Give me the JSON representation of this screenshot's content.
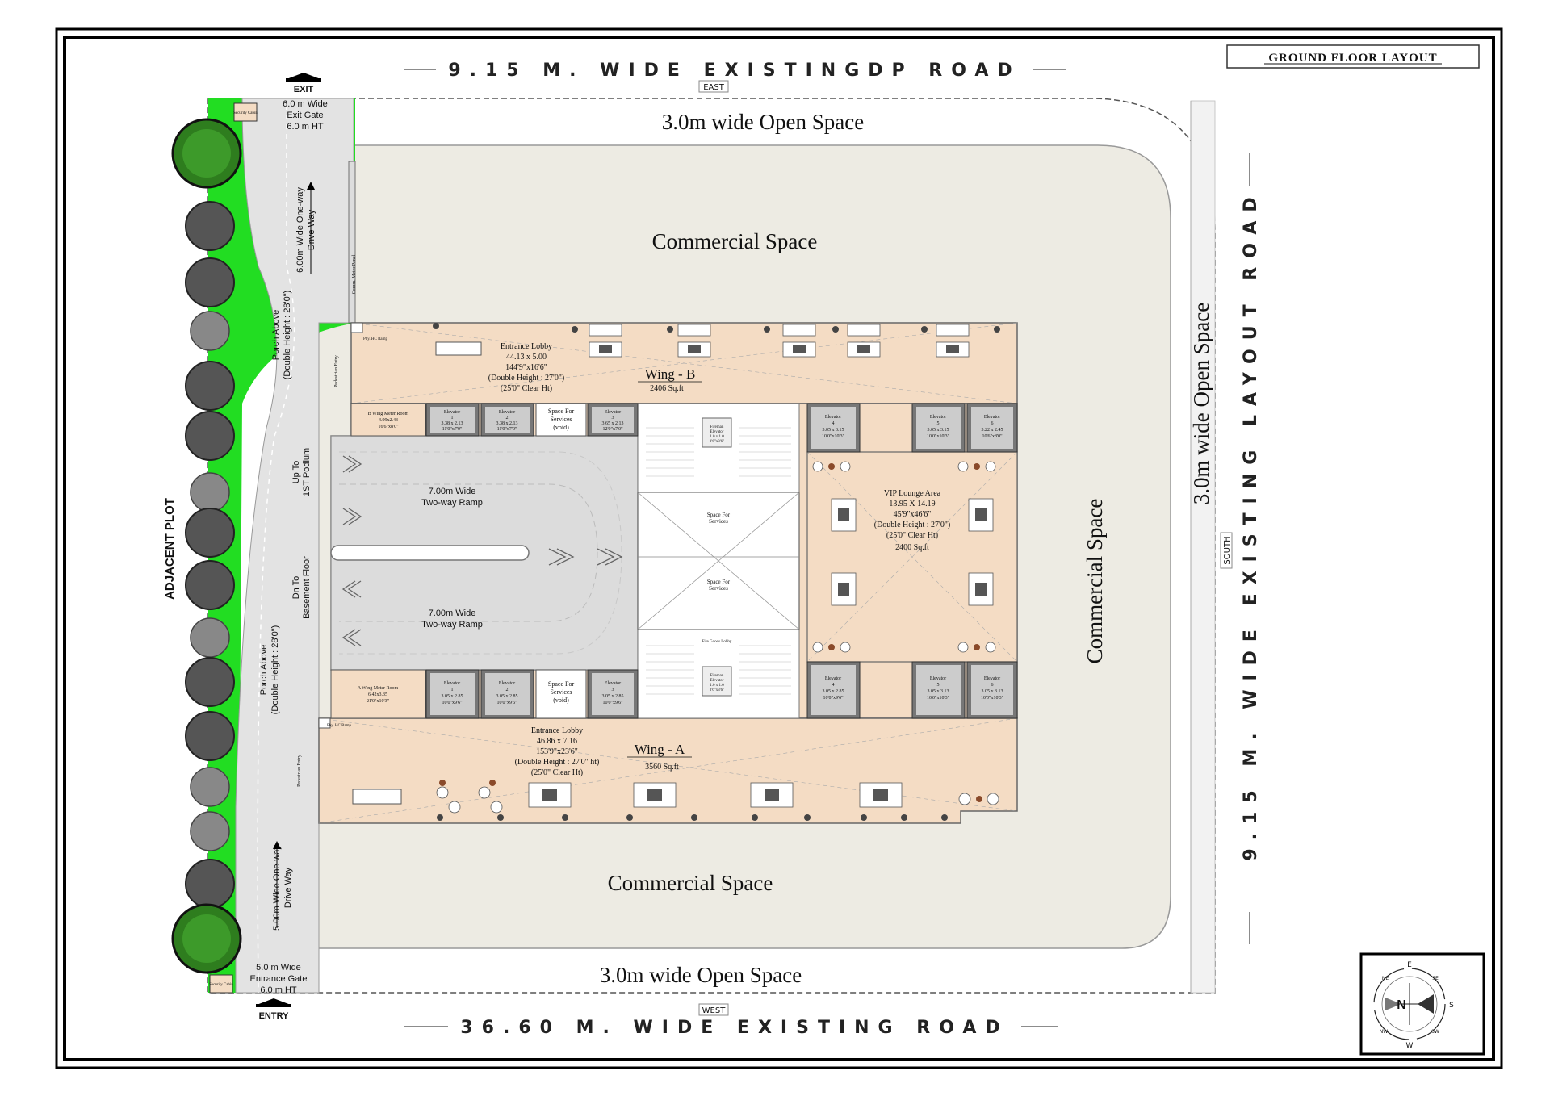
{
  "title": "GROUND FLOOR LAYOUT",
  "roads": {
    "top": "9.15 M. WIDE EXISTINGDP ROAD",
    "bottom": "36.60 M. WIDE EXISTING ROAD",
    "right": "9.15 M. WIDE EXISTING LAYOUT ROAD"
  },
  "directions": {
    "top": "EAST",
    "bottom": "WEST",
    "right": "SOUTH"
  },
  "open_spaces": {
    "top": "3.0m wide Open Space",
    "bottom": "3.0m wide Open Space",
    "right": "3.0m wide Open Space"
  },
  "commercial": {
    "top": "Commercial Space",
    "bottom": "Commercial Space",
    "right": "Commercial Space"
  },
  "adjacent": "ADJACENT PLOT",
  "exit": {
    "label": "EXIT",
    "l1": "6.0 m Wide",
    "l2": "Exit Gate",
    "l3": "6.0 m HT"
  },
  "entry": {
    "label": "ENTRY",
    "l1": "5.0 m Wide",
    "l2": "Entrance Gate",
    "l3": "6.0 m HT"
  },
  "driveway_top": {
    "l1": "6.00m Wide One-way",
    "l2": "Drive Way"
  },
  "driveway_bottom": {
    "l1": "5.00m Wide One-way",
    "l2": "Drive Way"
  },
  "porch_top": {
    "l1": "Porch Above",
    "l2": "(Double Height : 28'0\")"
  },
  "porch_bottom": {
    "l1": "Porch Above",
    "l2": "(Double Height : 28'0\")"
  },
  "podium_up": {
    "l1": "Up To",
    "l2": "1ST Podium"
  },
  "basement_down": {
    "l1": "Dn To",
    "l2": "Basement Floor"
  },
  "ramp_top": {
    "l1": "7.00m Wide",
    "l2": "Two-way Ramp"
  },
  "ramp_bottom": {
    "l1": "7.00m Wide",
    "l2": "Two-way Ramp"
  },
  "wing_b": {
    "name": "Wing - B",
    "area": "2406 Sq.ft"
  },
  "wing_a": {
    "name": "Wing - A",
    "area": "3560 Sq.ft"
  },
  "lobby_b": {
    "l1": "Entrance Lobby",
    "l2": "44.13 x 5.00",
    "l3": "144'9\"x16'6\"",
    "l4": "(Double Height : 27'0\")",
    "l5": "(25'0\" Clear Ht)"
  },
  "lobby_a": {
    "l1": "Entrance Lobby",
    "l2": "46.86 x 7.16",
    "l3": "153'9\"x23'6\"",
    "l4": "(Double Height : 27'0\" ht)",
    "l5": "(25'0\" Clear Ht)"
  },
  "vip": {
    "l1": "VIP Lounge Area",
    "l2": "13.95 X 14.19",
    "l3": "45'9\"x46'6\"",
    "l4": "(Double Height : 27'0\")",
    "l5": "(25'0\" Clear Ht)",
    "l6": "2400 Sq.ft"
  },
  "meter_b": {
    "l1": "B Wing Meter Room",
    "l2": "4.99x2.43",
    "l3": "16'6\"x8'0\""
  },
  "meter_a": {
    "l1": "A Wing Meter Room",
    "l2": "6.42x3.35",
    "l3": "21'0\"x10'3\""
  },
  "services_void": {
    "l1": "Space For",
    "l2": "Services",
    "l3": "(void)"
  },
  "services": {
    "l1": "Space For",
    "l2": "Services"
  },
  "elevators_b": [
    {
      "name": "Elevator",
      "num": "1",
      "dim": "3.38 x 2.13",
      "ft": "11'0\"x7'0\""
    },
    {
      "name": "Elevator",
      "num": "2",
      "dim": "3.38 x 2.13",
      "ft": "11'0\"x7'0\""
    },
    {
      "name": "Elevator",
      "num": "3",
      "dim": "3.65 x 2.13",
      "ft": "12'0\"x7'0\""
    },
    {
      "name": "Elevator",
      "num": "4",
      "dim": "3.05 x 3.15",
      "ft": "10'0\"x10'3\""
    },
    {
      "name": "Elevator",
      "num": "5",
      "dim": "3.05 x 3.15",
      "ft": "10'0\"x10'3\""
    },
    {
      "name": "Elevator",
      "num": "6",
      "dim": "3.22 x 2.45",
      "ft": "10'6\"x8'0\""
    }
  ],
  "elevators_a": [
    {
      "name": "Elevator",
      "num": "1",
      "dim": "3.05 x 2.85",
      "ft": "10'0\"x9'6\""
    },
    {
      "name": "Elevator",
      "num": "2",
      "dim": "3.05 x 2.85",
      "ft": "10'0\"x9'6\""
    },
    {
      "name": "Elevator",
      "num": "3",
      "dim": "3.05 x 2.85",
      "ft": "10'0\"x9'6\""
    },
    {
      "name": "Elevator",
      "num": "4",
      "dim": "3.05 x 2.85",
      "ft": "10'0\"x9'6\""
    },
    {
      "name": "Elevator",
      "num": "5",
      "dim": "3.05 x 3.13",
      "ft": "10'0\"x10'3\""
    },
    {
      "name": "Elevator",
      "num": "6",
      "dim": "3.05 x 3.13",
      "ft": "10'0\"x10'3\""
    }
  ],
  "fireman": {
    "l1": "Fireman",
    "l2": "Elevator",
    "l3": "1.0 x 1.0",
    "l4": "3'6\"x3'6\""
  },
  "small": {
    "security": "Security Cabin",
    "pedestrian": "Pedestrian Entry",
    "hc_ramp": "Phy. HC Ramp",
    "meter_panel": "Comm. Meter Panel",
    "goods_lobby": "Fire Goods Lobby"
  },
  "compass": {
    "n": "N",
    "e": "E",
    "s": "S",
    "w": "W",
    "ne": "NE",
    "se": "SE",
    "sw": "SW",
    "nw": "NW"
  },
  "colors": {
    "green": "#22dd22",
    "lobby": "#f4dcc4",
    "commercial": "#edebe3",
    "ramp": "#dcdcdc",
    "road": "#e3e3e3",
    "elevator": "#777777"
  }
}
